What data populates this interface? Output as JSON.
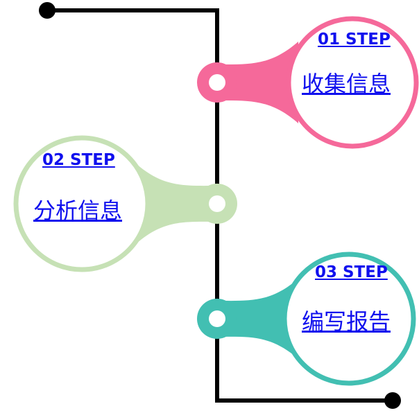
{
  "steps": [
    {
      "number": "01 STEP",
      "title": "收集信息",
      "color": "#f5699a"
    },
    {
      "number": "02 STEP",
      "title": "分析信息",
      "color": "#c6e1b5"
    },
    {
      "number": "03 STEP",
      "title": "编写报告",
      "color": "#42bfb2"
    }
  ],
  "line_color": "#000000"
}
